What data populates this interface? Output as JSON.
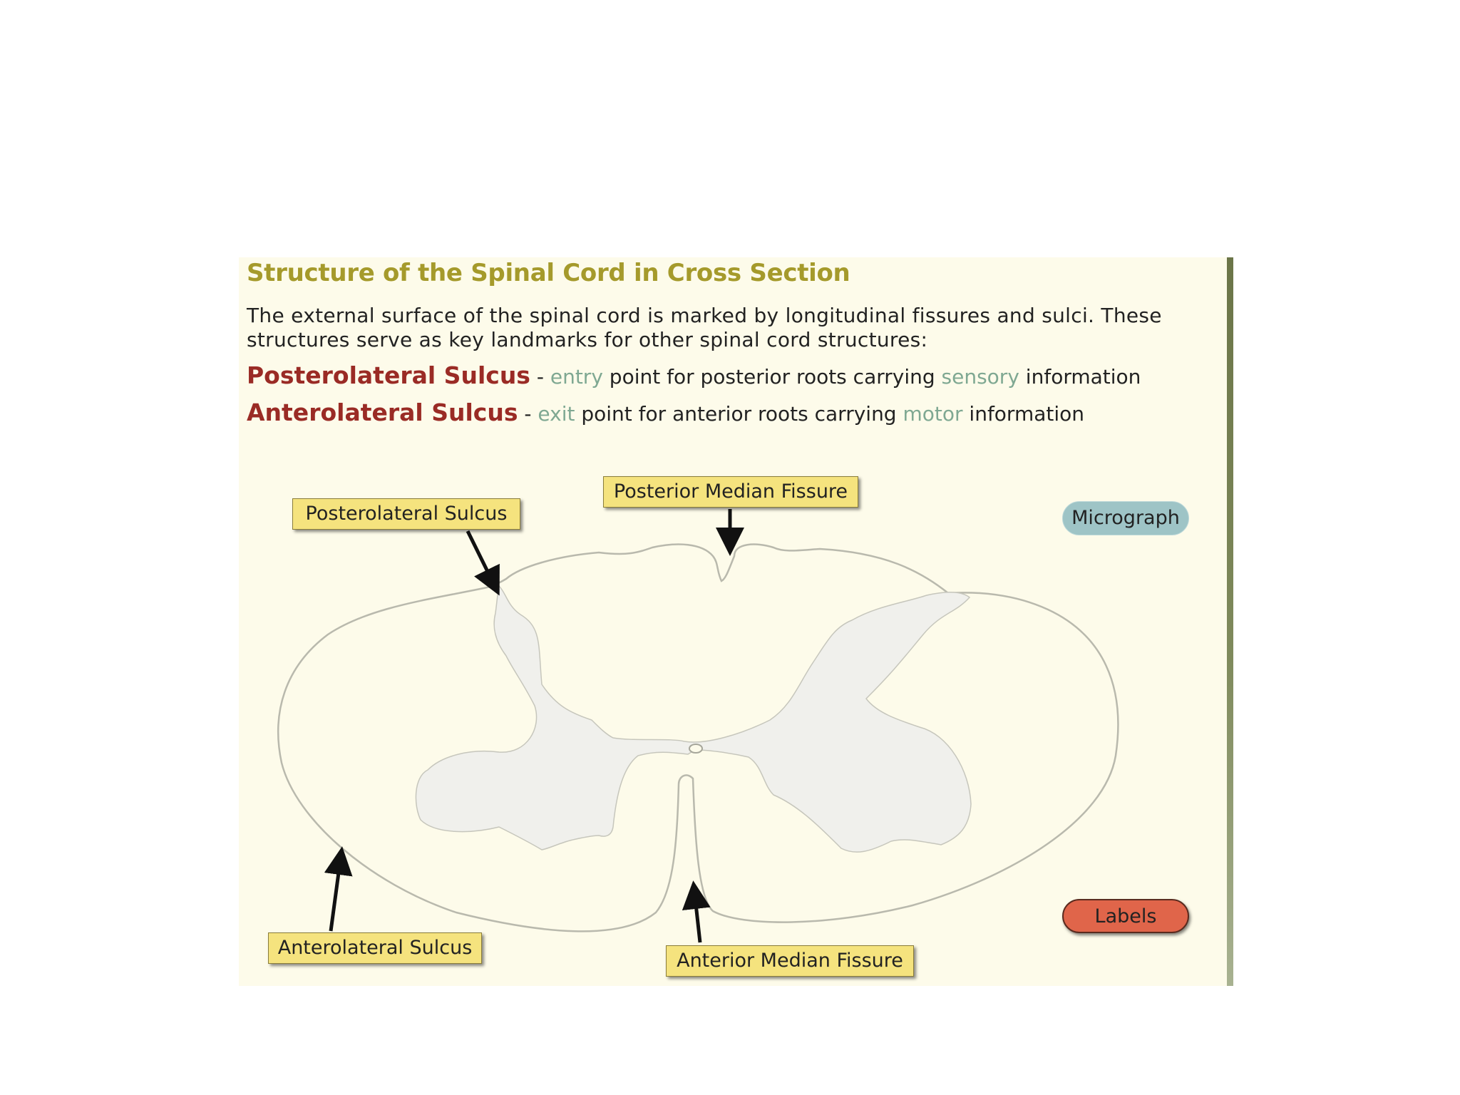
{
  "title": "Structure of the Spinal Cord in Cross Section",
  "intro": {
    "line1": "The external surface of the spinal cord is marked by longitudinal fissures and sulci. These",
    "line2": "structures serve as key landmarks for other spinal cord structures:"
  },
  "definitions": [
    {
      "term": "Posterolateral Sulcus",
      "dash": " - ",
      "highlight1": "entry",
      "text1": " point for posterior roots carrying ",
      "highlight2": "sensory",
      "text2": " information"
    },
    {
      "term": "Anterolateral Sulcus",
      "dash": " - ",
      "highlight1": "exit",
      "text1": " point for anterior roots carrying ",
      "highlight2": "motor",
      "text2": " information"
    }
  ],
  "labels": {
    "posterolateral": "Posterolateral Sulcus",
    "posterior_median": "Posterior Median Fissure",
    "anterolateral": "Anterolateral Sulcus",
    "anterior_median": "Anterior Median Fissure"
  },
  "buttons": {
    "micrograph": "Micrograph",
    "labels": "Labels"
  },
  "colors": {
    "title": "#a59a2b",
    "term": "#9a2b25",
    "highlight": "#7fa892",
    "label_box": "#f5e37e",
    "micrograph_button": "#9ec4c6",
    "labels_button": "#e0654a",
    "panel_bg": "#fdfbea",
    "gray_matter": "#f0f0ec"
  }
}
